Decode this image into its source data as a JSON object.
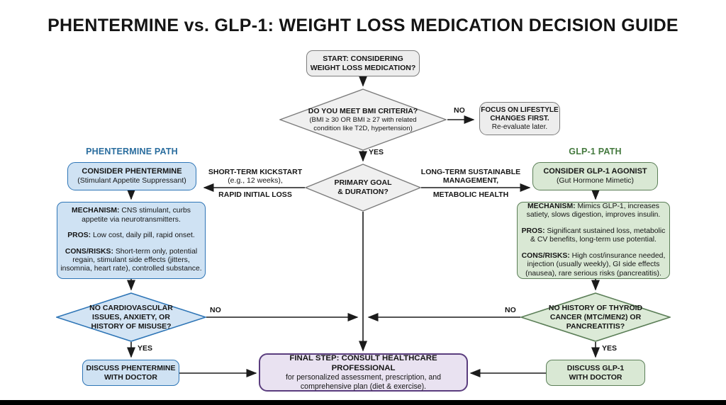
{
  "title": "PHENTERMINE vs. GLP-1: WEIGHT LOSS MEDICATION DECISION GUIDE",
  "labels": {
    "yes": "YES",
    "no": "NO"
  },
  "start": {
    "lines": [
      "START: CONSIDERING",
      "WEIGHT LOSS MEDICATION?"
    ]
  },
  "bmi_check": {
    "question": "DO YOU MEET BMI CRITERIA?",
    "detail": [
      "(BMI ≥ 30 OR BMI ≥ 27 with related",
      "condition like T2D, hypertension)"
    ]
  },
  "lifestyle": {
    "bold": [
      "FOCUS ON LIFESTYLE",
      "CHANGES FIRST."
    ],
    "plain": "Re-evaluate later."
  },
  "goal": {
    "lines": [
      "PRIMARY GOAL",
      "& DURATION?"
    ]
  },
  "branch_left": [
    "SHORT-TERM KICKSTART",
    "(e.g., 12 weeks),",
    "RAPID INITIAL LOSS"
  ],
  "branch_right": [
    "LONG-TERM SUSTAINABLE",
    "MANAGEMENT,",
    "METABOLIC HEALTH"
  ],
  "phentermine": {
    "header": "PHENTERMINE PATH",
    "consider": {
      "title": "CONSIDER PHENTERMINE",
      "subtitle": "(Stimulant Appetite Suppressant)"
    },
    "details": [
      {
        "label": "MECHANISM:",
        "text": " CNS stimulant, curbs appetite via neurotransmitters."
      },
      {
        "label": "PROS:",
        "text": " Low cost, daily pill, rapid onset."
      },
      {
        "label": "CONS/RISKS:",
        "text": " Short-term only, potential regain, stimulant side effects (jitters, insomnia, heart rate), controlled substance."
      }
    ],
    "screening": [
      "NO CARDIOVASCULAR",
      "ISSUES, ANXIETY, OR",
      "HISTORY OF MISUSE?"
    ],
    "discuss": [
      "DISCUSS PHENTERMINE",
      "WITH DOCTOR"
    ]
  },
  "glp1": {
    "header": "GLP-1 PATH",
    "consider": {
      "title": "CONSIDER GLP-1 AGONIST",
      "subtitle": "(Gut Hormone Mimetic)"
    },
    "details": [
      {
        "label": "MECHANISM:",
        "text": " Mimics GLP-1, increases satiety, slows digestion, improves insulin."
      },
      {
        "label": "PROS:",
        "text": " Significant sustained loss, metabolic & CV benefits, long-term use potential."
      },
      {
        "label": "CONS/RISKS:",
        "text": " High cost/insurance needed, injection (usually weekly), GI side effects (nausea), rare serious risks (pancreatitis)."
      }
    ],
    "screening": [
      "NO HISTORY OF THYROID",
      "CANCER (MTC/MEN2) OR",
      "PANCREATITIS?"
    ],
    "discuss": [
      "DISCUSS GLP-1",
      "WITH DOCTOR"
    ]
  },
  "final": {
    "title": "FINAL STEP: CONSULT HEALTHCARE PROFESSIONAL",
    "lines": [
      "for personalized assessment, prescription, and",
      "comprehensive plan (diet & exercise)."
    ]
  },
  "colors": {
    "phentermine_accent": "#2E75B6",
    "phentermine_fill": "#CFE2F3",
    "phentermine_header": "#2A6D9E",
    "glp1_accent": "#5B7E57",
    "glp1_fill": "#D9E8D4",
    "glp1_header": "#44793E",
    "final_accent": "#5A3D7E",
    "final_fill": "#E9E2F1",
    "neutral_fill": "#EDEDED",
    "neutral_border": "#7D7D7D",
    "line": "#1B1B1B"
  }
}
